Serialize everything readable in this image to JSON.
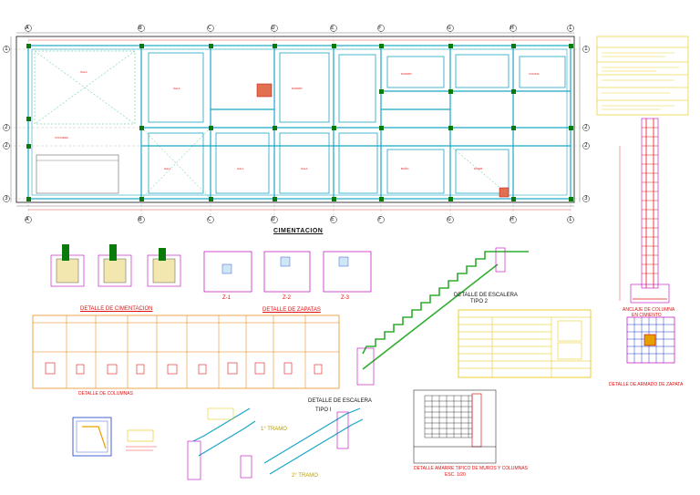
{
  "drawing": {
    "axes_letters": [
      "A",
      "B",
      "C",
      "D",
      "E",
      "F",
      "G",
      "H",
      "I"
    ],
    "axes_numbers": [
      "1",
      "2",
      "2",
      "3"
    ],
    "plan_title": "CIMENTACION",
    "titles": {
      "detalle_cimentacion": "DETALLE DE CIMENTACION",
      "detalle_zapatas": "DETALLE DE ZAPATAS",
      "detalle_columnas": "DETALLE DE COLUMNAS",
      "detalle_escalera_tipo2": "DETALLE DE ESCALERA",
      "tipo2": "TIPO 2",
      "detalle_escalera_tipo1": "DETALLE DE ESCALERA",
      "tipo1": "TIPO I",
      "primer_tramo": "1° TRAMO",
      "segundo_tramo": "2° TRAMO",
      "anclaje": "ANCLAJE DE COLUMNA",
      "anclaje2": "EN CIMIENTO",
      "armado_zapata": "DETALLE DE ARMADO DE ZAPATA",
      "amarre": "DETALLE AMARRE TIPICO DE MUROS Y COLUMNAS",
      "esc": "ESC. 1/20"
    },
    "zapatas": [
      "Z-1",
      "Z-2",
      "Z-3"
    ]
  },
  "colors": {
    "wall": "#1aa6c8",
    "column": "#0a7a0a",
    "annotation": "#e01818",
    "note": "#e6c400",
    "magenta": "#c000c0",
    "grid": "#111111"
  }
}
